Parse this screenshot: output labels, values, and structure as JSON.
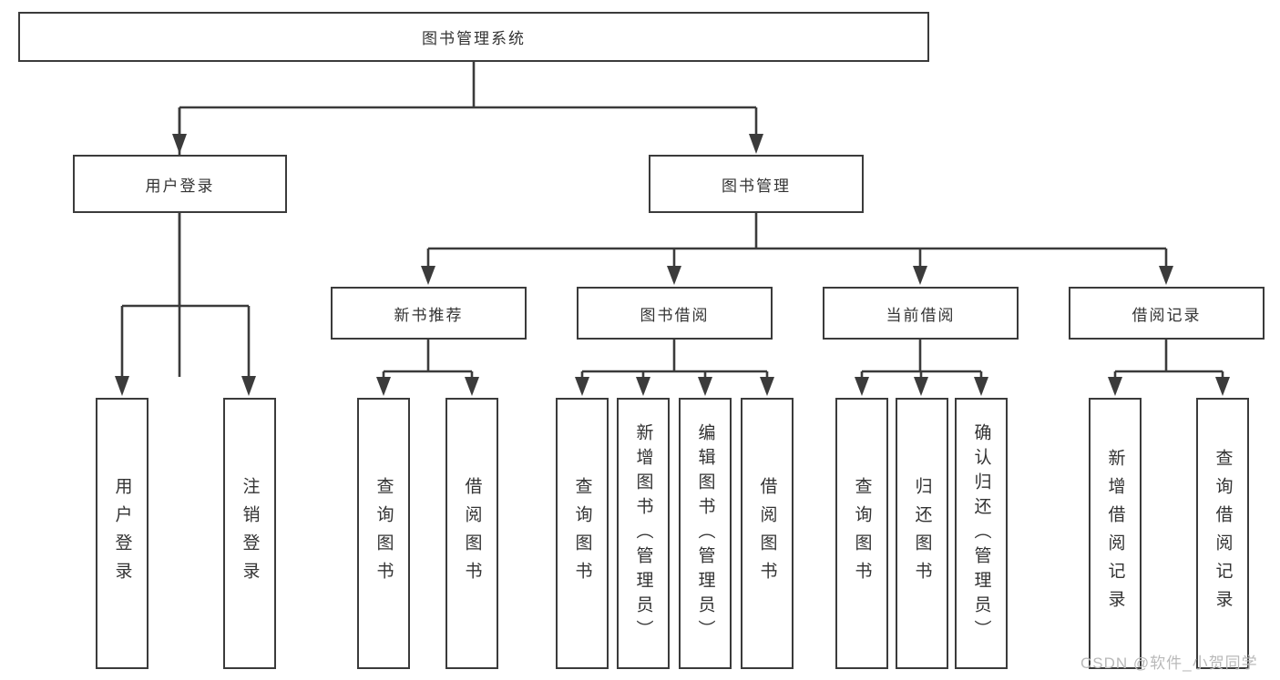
{
  "diagram": {
    "title": "图书管理系统",
    "level2": {
      "user_login": "用户登录",
      "book_management": "图书管理"
    },
    "level3": {
      "new_book_recommend": "新书推荐",
      "book_borrowing": "图书借阅",
      "current_borrowing": "当前借阅",
      "borrowing_records": "借阅记录"
    },
    "leaves": {
      "user_login": "用户登录",
      "logout": "注销登录",
      "query_books_1": "查询图书",
      "borrow_books_1": "借阅图书",
      "query_books_2": "查询图书",
      "add_books_admin": "新增图书（管理员）",
      "edit_books_admin": "编辑图书（管理员）",
      "borrow_books_2": "借阅图书",
      "query_books_3": "查询图书",
      "return_books": "归还图书",
      "confirm_return_admin": "确认归还（管理员）",
      "add_borrow_record": "新增借阅记录",
      "query_borrow_record": "查询借阅记录"
    }
  },
  "watermark": "CSDN @软件_小贺同学",
  "colors": {
    "line": "#3b3b3b",
    "text": "#333333",
    "background": "#ffffff",
    "watermark": "#b9b9b9"
  }
}
